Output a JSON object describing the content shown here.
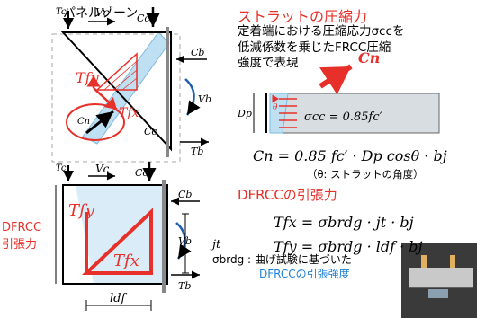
{
  "labels": {
    "panel_zone": "パネルゾーン",
    "strut_title": "ストラットの圧縮力",
    "strut_desc_1": "定着端における圧縮応力σccを",
    "strut_desc_2": "低減係数を乗じたFRCC圧縮",
    "strut_desc_3": "強度で表現",
    "dfrcc_title": "DFRCCの引張力",
    "dfrcc_left_1": "DFRCC",
    "dfrcc_left_2": "引張力"
  },
  "equations": {
    "cn": "Cn = 0.85 fc′ · Dp cosθ · bj",
    "cn_note": "（θ: ストラットの角度）",
    "tfx": "Tfx = σbrdg · jt · bj",
    "tfy": "Tfy = σbrdg · ldf · bj",
    "sigma_note_1": "σbrdg : 曲げ試験に基づいた",
    "sigma_note_2": "DFRCCの引張強度"
  },
  "diagram_labels": {
    "Tc": "Tc",
    "Vc": "Vc",
    "Cc": "Cc",
    "Cb": "Cb",
    "Vb": "Vb",
    "Tb": "Tb",
    "Tfy": "Tfy",
    "Tfx": "Tfx",
    "Cn": "Cn",
    "Cn_big": "Cn",
    "Dp": "Dp",
    "theta": "θ",
    "sigma_cc": "σcc = 0.85fc′",
    "jt": "jt",
    "ldf": "ldf"
  },
  "colors": {
    "accent_red": "#e8302a",
    "strut_blue": "#bfe0f2",
    "note_blue": "#1f7fd6"
  }
}
